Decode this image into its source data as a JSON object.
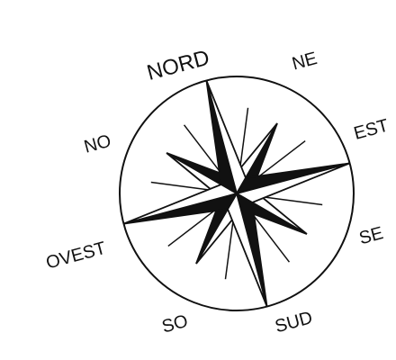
{
  "compass": {
    "labels": {
      "north": "NORD",
      "northeast": "NE",
      "east": "EST",
      "southeast": "SE",
      "south": "SUD",
      "southwest": "SO",
      "west": "OVEST",
      "northwest": "NO"
    },
    "colors": {
      "ink": "#111111",
      "paper": "#ffffff"
    }
  }
}
